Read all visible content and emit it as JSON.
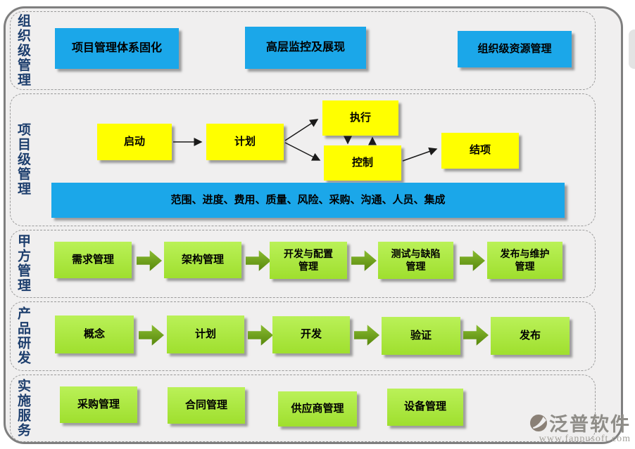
{
  "colors": {
    "panel-bg": "#f0efef",
    "frame-border": "#7f7f7f",
    "dash-border": "#9a9a9a",
    "blue": "#1ba7e9",
    "yellow": "#ffff00",
    "green-light": "#baf158",
    "green-dark": "#9fdf2e",
    "arrow-green-light": "#8cbe33",
    "arrow-green-dark": "#55850a",
    "label-navy": "#1d3e6d",
    "logo-gray": "#8f8d88",
    "logo-taupe": "#8a8076"
  },
  "org": {
    "label": "组织级管理",
    "items": [
      "项目管理体系固化",
      "高层监控及展现",
      "组织级资源管理"
    ]
  },
  "project": {
    "label": "项目级管理",
    "start": "启动",
    "plan": "计划",
    "execute": "执行",
    "control": "控制",
    "close": "结项",
    "bar": "范围、进度、费用、质量、风险、采购、沟通、人员、集成"
  },
  "party": {
    "label": "甲方管理",
    "steps": [
      "需求管理",
      "架构管理",
      "开发与配置管理",
      "测试与缺陷管理",
      "发布与维护管理"
    ]
  },
  "rnd": {
    "label": "产品研发",
    "steps": [
      "概念",
      "计划",
      "开发",
      "验证",
      "发布"
    ]
  },
  "impl": {
    "label": "实施服务",
    "items": [
      "采购管理",
      "合同管理",
      "供应商管理",
      "设备管理"
    ]
  },
  "watermark": {
    "brand": "泛普软件",
    "site": "www.fanpusoft.com"
  },
  "icons": {
    "flow_arrow": "green-block-arrow",
    "logo": "fanpu-logo-icon"
  }
}
